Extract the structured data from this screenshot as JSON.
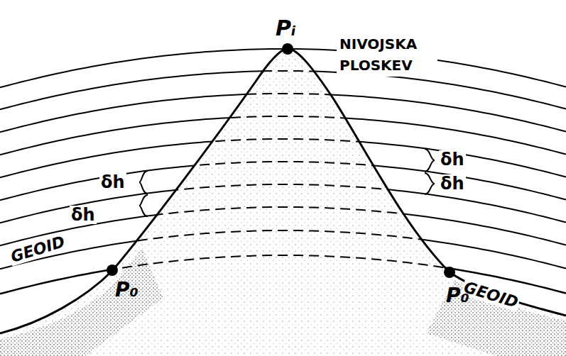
{
  "diagram": {
    "labels": [
      "Pᵢ",
      "NIVOJSKA PLOSKEV",
      "δh",
      "δh",
      "δh",
      "δh",
      "GEOID",
      "P₀",
      "GEOID",
      "P₀"
    ]
  }
}
